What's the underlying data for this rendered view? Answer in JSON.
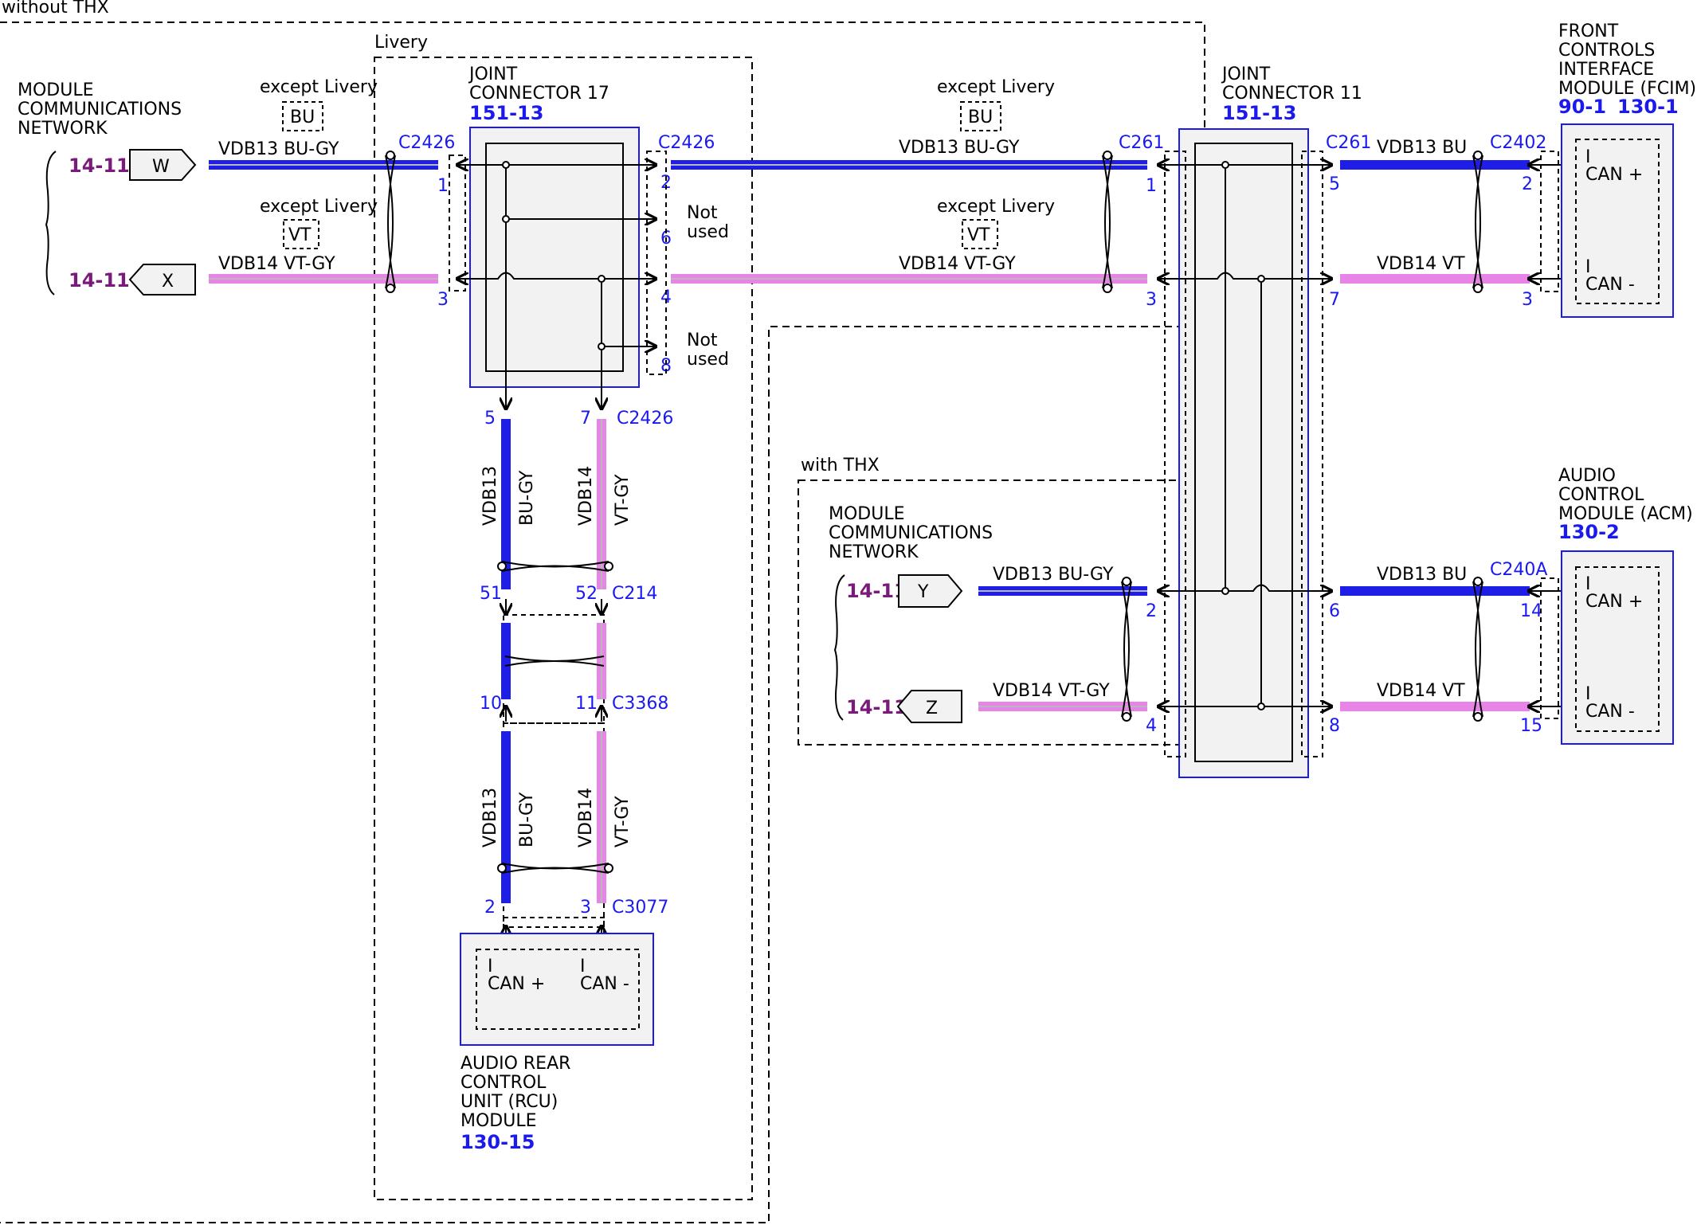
{
  "colors": {
    "bu": "#1e1ee6",
    "vt": "#e884e8",
    "gy": "#b8b8b8",
    "label_blue": "#1a1aee",
    "ref_purple": "#7a1a7a",
    "module_fill": "#f2f2f2"
  },
  "regions": {
    "without_thx": "without THX",
    "livery": "Livery",
    "with_thx": "with THX"
  },
  "network_left": {
    "title": [
      "MODULE",
      "COMMUNICATIONS",
      "NETWORK"
    ],
    "ref1": "14-11",
    "ref2": "14-11",
    "tag1": "W",
    "tag2": "X"
  },
  "network_right": {
    "title": [
      "MODULE",
      "COMMUNICATIONS",
      "NETWORK"
    ],
    "ref1": "14-11",
    "ref2": "14-11",
    "tag1": "Y",
    "tag2": "Z"
  },
  "jc17": {
    "title": [
      "JOINT",
      "CONNECTOR 17"
    ],
    "ref": "151-13"
  },
  "jc11": {
    "title": [
      "JOINT",
      "CONNECTOR 11"
    ],
    "ref": "151-13"
  },
  "fcim": {
    "title": [
      "FRONT",
      "CONTROLS",
      "INTERFACE",
      "MODULE (FCIM)"
    ],
    "ref1": "90-1",
    "ref2": "130-1",
    "pin_top": [
      "I",
      "CAN +"
    ],
    "pin_bot": [
      "I",
      "CAN -"
    ]
  },
  "acm": {
    "title": [
      "AUDIO",
      "CONTROL",
      "MODULE (ACM)"
    ],
    "ref": "130-2",
    "pin_top": [
      "I",
      "CAN +"
    ],
    "pin_bot": [
      "I",
      "CAN -"
    ]
  },
  "rcu": {
    "title": [
      "AUDIO REAR",
      "CONTROL",
      "UNIT (RCU)",
      "MODULE"
    ],
    "ref": "130-15",
    "pin_left": [
      "I",
      "CAN +"
    ],
    "pin_right": [
      "I",
      "CAN -"
    ]
  },
  "except_livery": "except Livery",
  "tag_bu": "BU",
  "tag_vt": "VT",
  "not_used": [
    "Not",
    "used"
  ],
  "connectors": {
    "c2426": "C2426",
    "c261": "C261",
    "c2402": "C2402",
    "c240a": "C240A",
    "c214": "C214",
    "c3368": "C3368",
    "c3077": "C3077"
  },
  "wires": {
    "vdb13_bugy": [
      "VDB13",
      "BU-GY"
    ],
    "vdb14_vtgy": [
      "VDB14",
      "VT-GY"
    ],
    "vdb13_bugy_one": "VDB13  BU-GY",
    "vdb14_vtgy_one": "VDB14  VT-GY",
    "vdb13_bu": "VDB13  BU",
    "vdb14_vt": "VDB14  VT"
  },
  "pins": {
    "l1": "1",
    "l3": "3",
    "r2": "2",
    "r6": "6",
    "r4": "4",
    "r8": "8",
    "b5": "5",
    "b7": "7",
    "c214a": "51",
    "c214b": "52",
    "c3368a": "10",
    "c3368b": "11",
    "c3077a": "2",
    "c3077b": "3",
    "c261l1": "1",
    "c261l3": "3",
    "c261r5": "5",
    "c261r7": "7",
    "c261l2": "2",
    "c261l4": "4",
    "c261r6": "6",
    "c261r8": "8",
    "fcim2": "2",
    "fcim3": "3",
    "acm14": "14",
    "acm15": "15"
  }
}
